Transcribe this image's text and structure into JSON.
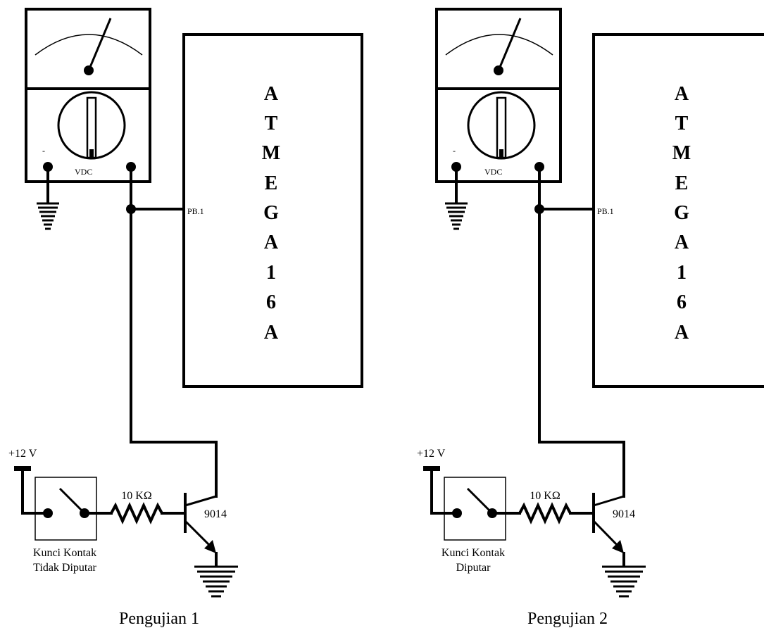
{
  "panels": [
    {
      "chip_letters": [
        "A",
        "T",
        "M",
        "E",
        "G",
        "A",
        "1",
        "6",
        "A"
      ],
      "pin_label": "PB.1",
      "meter_mode_label": "VDC",
      "meter_minus_label": "-",
      "supply_label": "+12 V",
      "resistor_label": "10 KΩ",
      "transistor_label": "9014",
      "switch_caption_line1": "Kunci Kontak",
      "switch_caption_line2": "Tidak Diputar",
      "switch_closed": false,
      "caption": "Pengujian 1"
    },
    {
      "chip_letters": [
        "A",
        "T",
        "M",
        "E",
        "G",
        "A",
        "1",
        "6",
        "A"
      ],
      "pin_label": "PB.1",
      "meter_mode_label": "VDC",
      "meter_minus_label": "-",
      "supply_label": "+12 V",
      "resistor_label": "10 KΩ",
      "transistor_label": "9014",
      "switch_caption_line1": "Kunci Kontak",
      "switch_caption_line2": "Diputar",
      "switch_closed": true,
      "caption": "Pengujian 2"
    }
  ]
}
